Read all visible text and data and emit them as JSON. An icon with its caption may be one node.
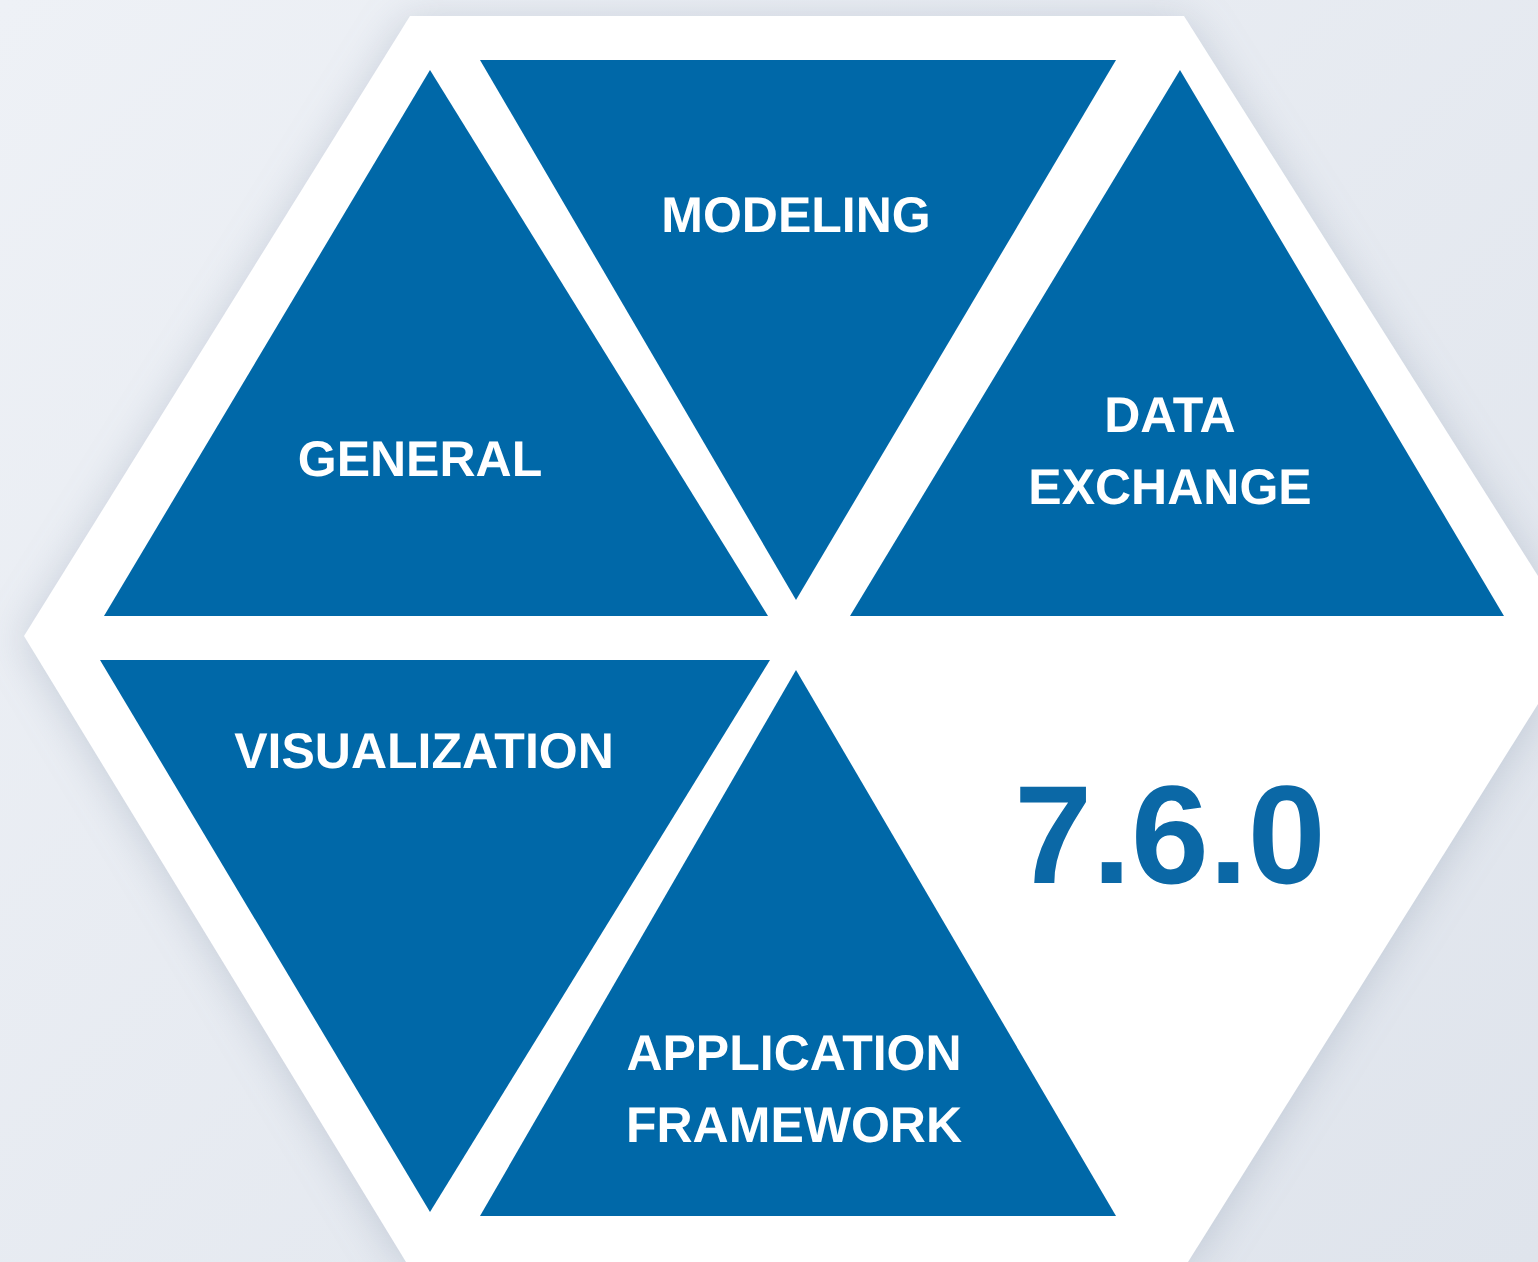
{
  "diagram": {
    "nodes": [
      {
        "text": [
          "7.6.0"
        ]
      },
      {
        "text": [
          "MODELING"
        ],
        "in": 0
      },
      {
        "text": [
          "GENERAL"
        ],
        "in": 0
      },
      {
        "text": [
          "DATA EXCHANGE"
        ],
        "in": 0
      },
      {
        "text": [
          "VISUALIZATION"
        ],
        "in": 0
      },
      {
        "text": [
          "APPLICATION FRAMEWORK"
        ],
        "in": 0
      }
    ]
  }
}
